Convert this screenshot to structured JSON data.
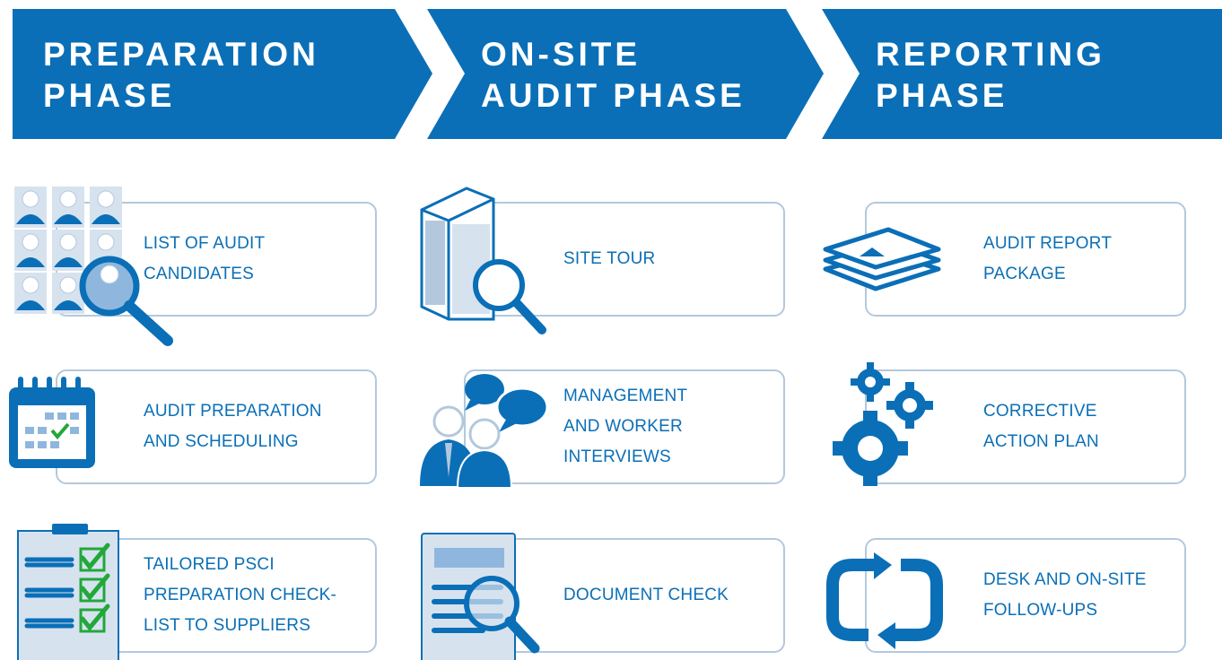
{
  "phases": [
    {
      "title_line1": "PREPARATION",
      "title_line2": "PHASE"
    },
    {
      "title_line1": "ON-SITE",
      "title_line2": "AUDIT PHASE"
    },
    {
      "title_line1": "REPORTING",
      "title_line2": "PHASE"
    }
  ],
  "steps": {
    "preparation": [
      {
        "line1": "LIST OF AUDIT",
        "line2": "CANDIDATES",
        "icon": "candidates-search-icon"
      },
      {
        "line1": "AUDIT PREPARATION",
        "line2": "AND SCHEDULING",
        "icon": "calendar-icon"
      },
      {
        "line1": "TAILORED PSCI",
        "line2": "PREPARATION CHECK-",
        "line3": "LIST TO SUPPLIERS",
        "icon": "checklist-icon"
      }
    ],
    "onsite": [
      {
        "line1": "SITE TOUR",
        "icon": "building-search-icon"
      },
      {
        "line1": "MANAGEMENT",
        "line2": "AND WORKER",
        "line3": "INTERVIEWS",
        "icon": "interview-icon"
      },
      {
        "line1": "DOCUMENT CHECK",
        "icon": "document-search-icon"
      }
    ],
    "reporting": [
      {
        "line1": "AUDIT REPORT",
        "line2": "PACKAGE",
        "icon": "report-stack-icon"
      },
      {
        "line1": "CORRECTIVE",
        "line2": "ACTION PLAN",
        "icon": "gears-icon"
      },
      {
        "line1": "DESK AND ON-SITE",
        "line2": "FOLLOW-UPS",
        "icon": "cycle-arrows-icon"
      }
    ]
  },
  "colors": {
    "primary": "#0a6fb7",
    "box_border": "#b4c8dd",
    "light_fill": "#d7e2ef"
  }
}
